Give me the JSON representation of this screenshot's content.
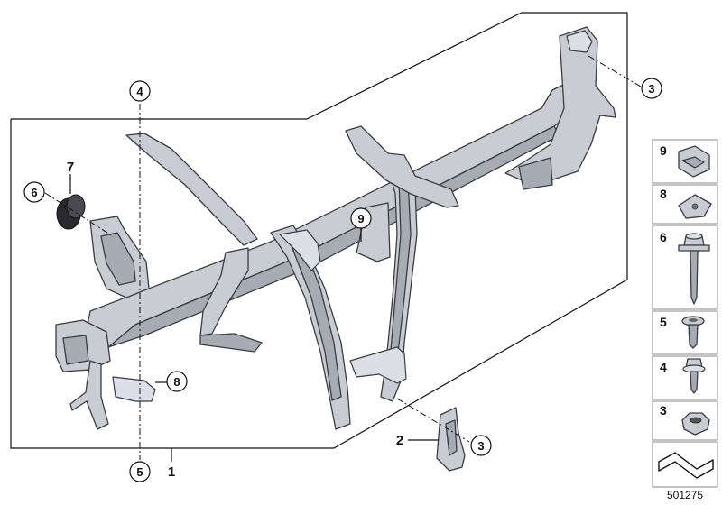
{
  "diagram_id": "501275",
  "callouts": {
    "c1": "1",
    "c2": "2",
    "c3_top": "3",
    "c3_bottom": "3",
    "c4": "4",
    "c5": "5",
    "c6": "6",
    "c7": "7",
    "c8": "8",
    "c9": "9"
  },
  "legend": {
    "items": [
      "9",
      "8",
      "6",
      "5",
      "4",
      "3"
    ]
  },
  "colors": {
    "part_fill": "#c9ccd3",
    "part_shadow": "#a7abb4",
    "outline": "#3a3d44"
  }
}
